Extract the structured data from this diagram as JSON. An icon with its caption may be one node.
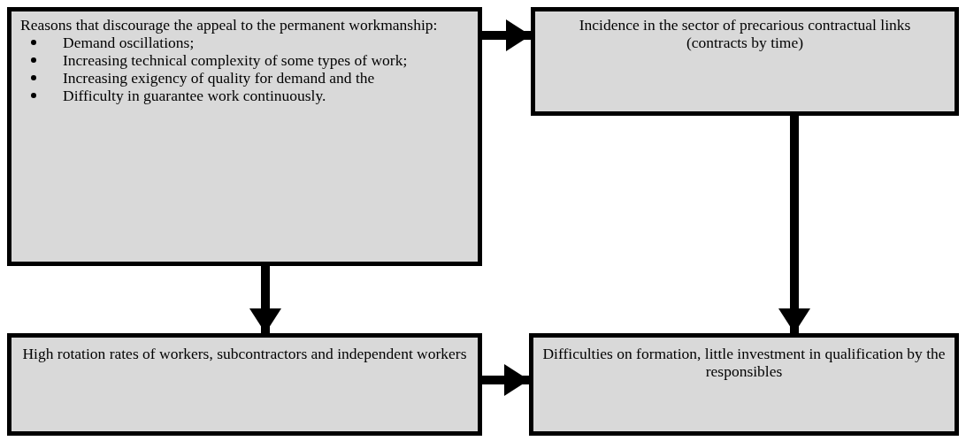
{
  "diagram": {
    "nodes": [
      {
        "text": [
          "Reasons that discourage the appeal to the permanent workmanship:",
          "Demand oscillations;",
          "Increasing technical complexity of some types of work;",
          "Increasing exigency of quality  for demand and the",
          "Difficulty in guarantee work continuously."
        ]
      },
      {
        "text": [
          "Incidence in the sector of precarious contractual links (contracts by time)"
        ]
      },
      {
        "text": [
          "High rotation rates of workers, subcontractors and independent workers"
        ]
      },
      {
        "text": [
          "Difficulties on formation, little investment in qualification by the responsibles"
        ]
      }
    ],
    "edges": [
      {
        "from": 0,
        "to": 1,
        "arrow": "to"
      },
      {
        "from": 0,
        "to": 2,
        "arrow": "to"
      },
      {
        "from": 1,
        "to": 3,
        "arrow": "to"
      },
      {
        "from": 2,
        "to": 3,
        "arrow": "to"
      }
    ]
  }
}
